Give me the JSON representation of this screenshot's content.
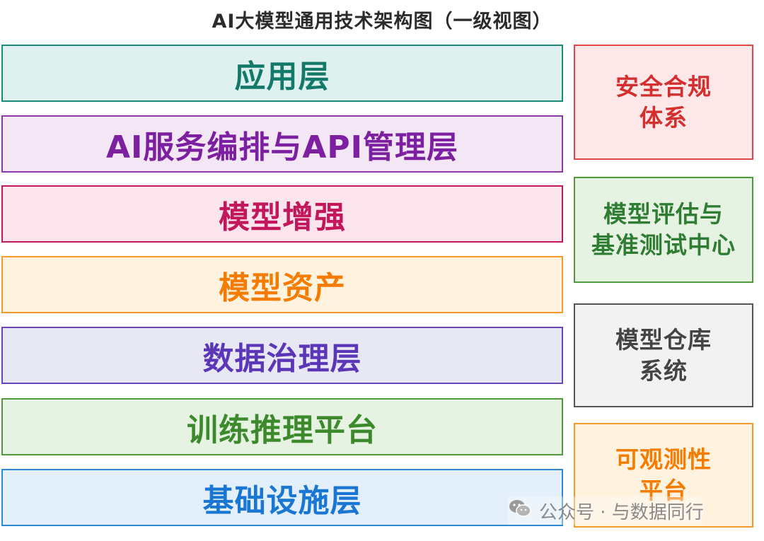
{
  "title": "AI大模型通用技术架构图（一级视图）",
  "layers": [
    {
      "label": "应用层",
      "text_color": "#137a6a",
      "bg": "#dff1ee",
      "border": "#1b8a78"
    },
    {
      "label": "AI服务编排与API管理层",
      "text_color": "#7d1fa1",
      "bg": "#f3e6f5",
      "border": "#8e3aa8"
    },
    {
      "label": "模型增强",
      "text_color": "#c2185b",
      "bg": "#fbe4ec",
      "border": "#c2185b"
    },
    {
      "label": "模型资产",
      "text_color": "#f57c00",
      "bg": "#fff2df",
      "border": "#f39a2b"
    },
    {
      "label": "数据治理层",
      "text_color": "#5b37b8",
      "bg": "#e8e8f5",
      "border": "#6a45b7"
    },
    {
      "label": "训练推理平台",
      "text_color": "#3c8a2c",
      "bg": "#e6f3e3",
      "border": "#4f9a3d"
    },
    {
      "label": "基础设施层",
      "text_color": "#1976d2",
      "bg": "#e3f0fb",
      "border": "#2d86d6"
    }
  ],
  "side_panels": [
    {
      "line1": "安全合规",
      "line2": "体系",
      "text_color": "#d32f2f",
      "bg": "#fde7e9",
      "border": "#e04848"
    },
    {
      "line1": "模型评估与",
      "line2": "基准测试中心",
      "text_color": "#2e7d32",
      "bg": "#e6f3e3",
      "border": "#4f9a3d"
    },
    {
      "line1": "模型仓库",
      "line2": "系统",
      "text_color": "#444444",
      "bg": "#f2f2f2",
      "border": "#555555"
    },
    {
      "line1": "可观测性",
      "line2": "平台",
      "text_color": "#f57c00",
      "bg": "#fff2df",
      "border": "#f39a2b"
    }
  ],
  "watermark": {
    "icon": "wechat-icon",
    "text": "公众号 · 与数据同行"
  }
}
